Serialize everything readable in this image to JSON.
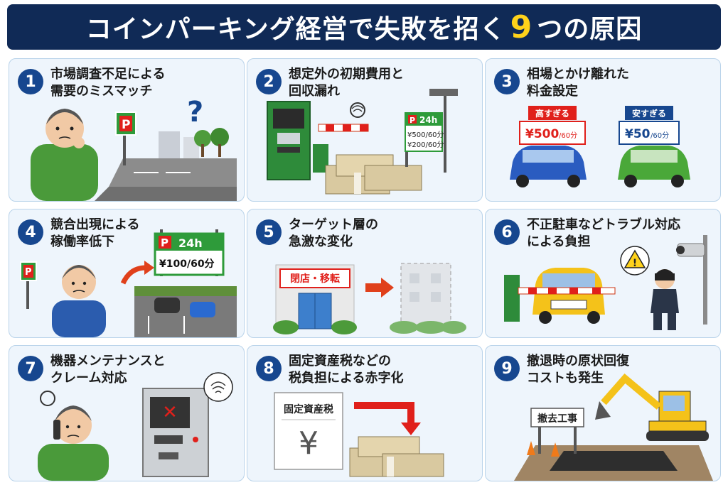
{
  "title": {
    "prefix": "コインパーキング経営で失敗を招く",
    "number": "9",
    "suffix": "つの原因"
  },
  "causes": [
    {
      "no": "1",
      "line1": "市場調査不足による",
      "line2": "需要のミスマッチ",
      "icon": "question-mark-icon"
    },
    {
      "no": "2",
      "line1": "想定外の初期費用と",
      "line2": "回収漏れ",
      "sign_24h": "24h",
      "sign_price1": "¥500/60分",
      "sign_price2": "¥200/60分"
    },
    {
      "no": "3",
      "line1": "相場とかけ離れた",
      "line2": "料金設定",
      "high_label": "高すぎる",
      "high_price": "¥500",
      "high_unit": "/60分",
      "low_label": "安すぎる",
      "low_price": "¥50",
      "low_unit": "/60分"
    },
    {
      "no": "4",
      "line1": "競合出現による",
      "line2": "稼働率低下",
      "sign_24h": "24h",
      "sign_price": "¥100/60分"
    },
    {
      "no": "5",
      "line1": "ターゲット層の",
      "line2": "急激な変化",
      "shop_sign": "閉店・移転"
    },
    {
      "no": "6",
      "line1": "不正駐車などトラブル対応",
      "line2": "による負担"
    },
    {
      "no": "7",
      "line1": "機器メンテナンスと",
      "line2": "クレーム対応"
    },
    {
      "no": "8",
      "line1": "固定資産税などの",
      "line2": "税負担による赤字化",
      "doc_title": "固定資産税",
      "doc_symbol": "¥"
    },
    {
      "no": "9",
      "line1": "撤退時の原状回復",
      "line2": "コストも発生",
      "board": "撤去工事"
    }
  ],
  "colors": {
    "banner": "#102a56",
    "accent_yellow": "#ffd21a",
    "badge": "#17478f",
    "card_bg": "#eef5fc",
    "parking_green": "#2e9b3a",
    "alert_red": "#e0201b"
  }
}
